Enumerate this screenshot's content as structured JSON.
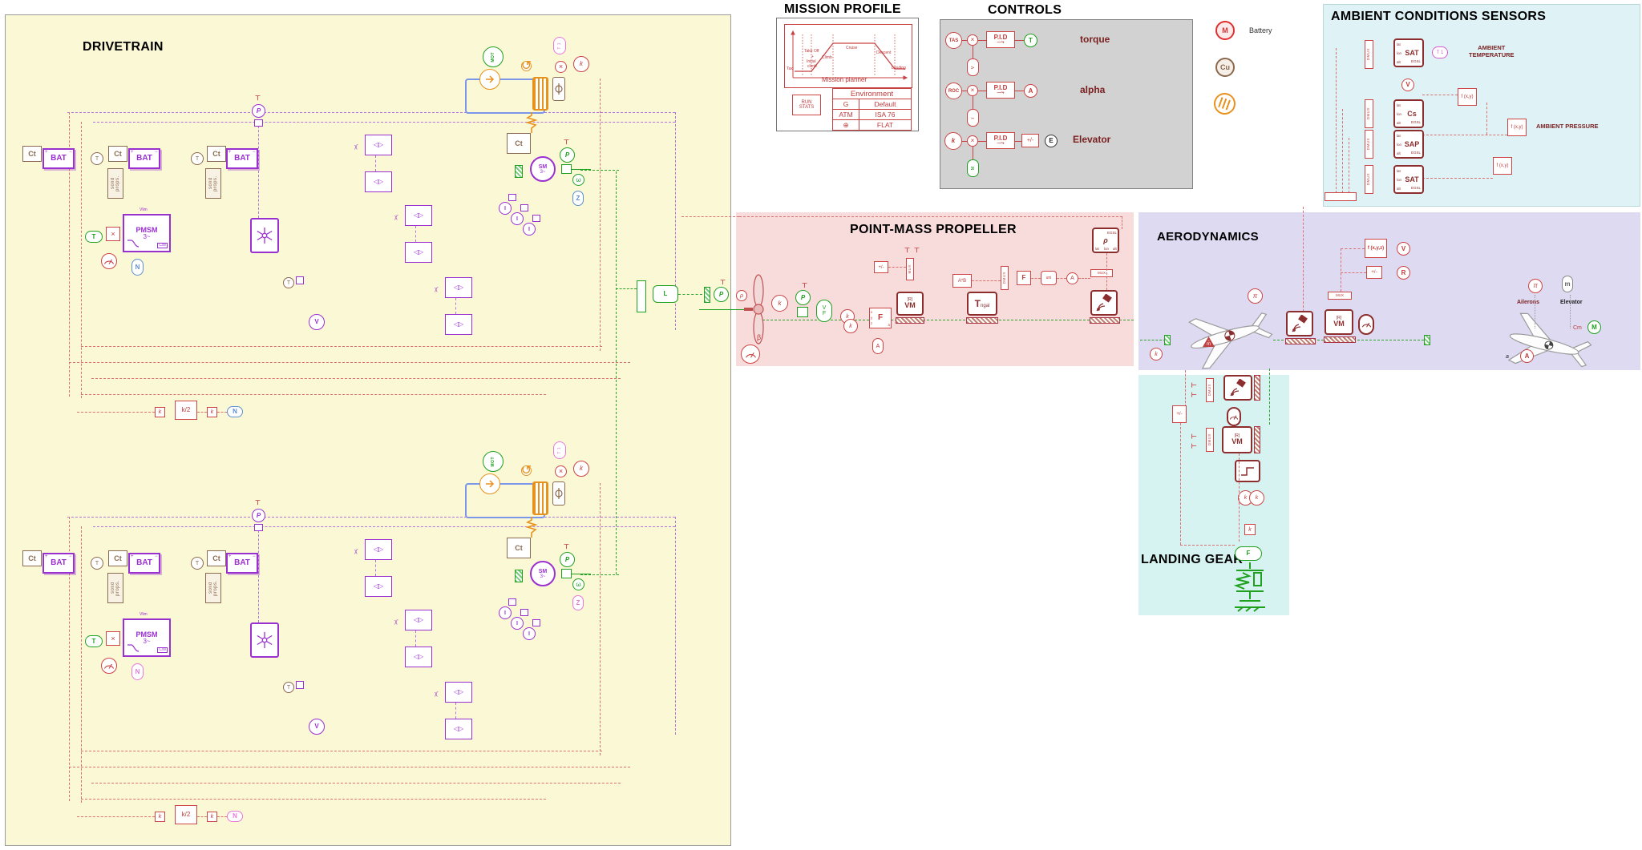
{
  "colors": {
    "drivetrain_bg": "#FBF8D5",
    "pointmass_bg": "#F8DCDC",
    "aero_bg": "#DEDAF2",
    "ambient_bg": "#DFF3F6",
    "landing_bg": "#D7F3F1",
    "controls_bg": "#D2D2D2",
    "red": "#C03A3A",
    "dark_red": "#8C2E2E",
    "purple": "#9B30D0",
    "green": "#1FA01F",
    "orange": "#E8921E",
    "brown": "#8A6A4E",
    "blue": "#5D8FD0",
    "magenta": "#E878D8"
  },
  "icons": {
    "thyristor": "◁▷",
    "sum": "×",
    "tpin": "⊤",
    "globe": "⊕",
    "loop": "↺"
  },
  "drivetrain": {
    "title": "DRIVETRAIN",
    "bat": "BAT",
    "plus": "+",
    "minus": "−",
    "ct": "Ct",
    "temp": "T",
    "props": "solid props.",
    "pmsm": "PMSM",
    "phase": "3~",
    "vlim": "Vlim",
    "css": "Css",
    "torque_ref": "T",
    "n": "N",
    "z": "Z",
    "chi": "χ̄",
    "mot": "MOT",
    "sm": "SM",
    "p": "P",
    "omega": "ω",
    "i": "I",
    "v": "V",
    "t1": "T 1",
    "k": "k",
    "half": "k/2",
    "inertia": "L"
  },
  "mission": {
    "title": "MISSION PROFILE",
    "phases": {
      "taxi": "Taxi",
      "takeoff": "Take Off",
      "plus": "+",
      "initial": "Initial",
      "climb_small": "climb",
      "climb": "Climb",
      "cruise": "Cruise",
      "descent": "Descent",
      "landing": "Landing"
    },
    "planner": "Mission planner",
    "run": "RUN",
    "stats": "STATS",
    "env": {
      "header": "Environment",
      "rows": [
        [
          "G",
          "Default"
        ],
        [
          "ATM",
          "ISA 76"
        ],
        [
          "⊕",
          "FLAT"
        ]
      ]
    }
  },
  "controls": {
    "title": "CONTROLS",
    "rows": [
      {
        "input": "TAS",
        "pid": "P.I.D",
        "out": "T",
        "label": "torque",
        "fb": "V"
      },
      {
        "input": "ROC",
        "pid": "P.I.D",
        "out": "A",
        "label": "alpha",
        "fb": "ṙ"
      },
      {
        "input": "k",
        "pid": "P.I.D",
        "sign": "+/-",
        "out": "E",
        "label": "Elevator",
        "fb": "M"
      }
    ]
  },
  "legend": {
    "battery_symbol": "M",
    "battery_label": "Battery",
    "copper": "Cu"
  },
  "ambient": {
    "title": "AMBIENT CONDITIONS SENSORS",
    "dmux": "DMUX",
    "ports": {
      "lat": "lat",
      "lon": "lon",
      "alt": "alt"
    },
    "egsl": "EGSL",
    "sensors": [
      "SAT",
      "Cs",
      "SAP",
      "SAT"
    ],
    "t1": "T 1",
    "v": "V",
    "f": "f (x,y)",
    "fx": "x",
    "fy": "y",
    "temp_label_1": "AMBIENT",
    "temp_label_2": "TEMPERATURE",
    "pressure_label": "AMBIENT PRESSURE"
  },
  "pointmass": {
    "title": "POINT-MASS PROPELLER",
    "rho": "ρ",
    "k": "k",
    "beta": "β",
    "p": "P",
    "vf_v": "V",
    "vf_f": "F",
    "pm": "+/-",
    "mux": "MUX",
    "dmux": "DMUX",
    "f": "F",
    "fx": "x",
    "fy": "y",
    "fz": "z",
    "fa": "a",
    "r_tag": "[R]",
    "vm": "VM",
    "prod": "A*B",
    "tngal_t": "T",
    "tngal_sub": "ngal",
    "lookup": "F",
    "uni": "uni",
    "a": "A",
    "ports": {
      "lat": "lat",
      "lon": "lon",
      "alt": "alt"
    },
    "egsl": "EGSL"
  },
  "aero": {
    "title": "AERODYNAMICS",
    "k": "k",
    "pi": "π",
    "mhat": "m̂",
    "mux": "MUX",
    "vm": "VM",
    "r_tag": "[R]",
    "f3": "f (x,y,z)",
    "px": "x",
    "py": "y",
    "v": "V",
    "pm": "+/-",
    "r": "R",
    "ailerons": "Ailerons",
    "elevator": "Elevator",
    "cm": "Cm",
    "m_out": "M",
    "m_src": "m",
    "a_label": "a",
    "a_in": "A"
  },
  "landing": {
    "title": "LANDING GEAR",
    "dmux": "DMUX",
    "pm": "+/-",
    "vm": "VM",
    "r_tag": "[R]",
    "k": "k",
    "gain": "k",
    "f": "F"
  }
}
